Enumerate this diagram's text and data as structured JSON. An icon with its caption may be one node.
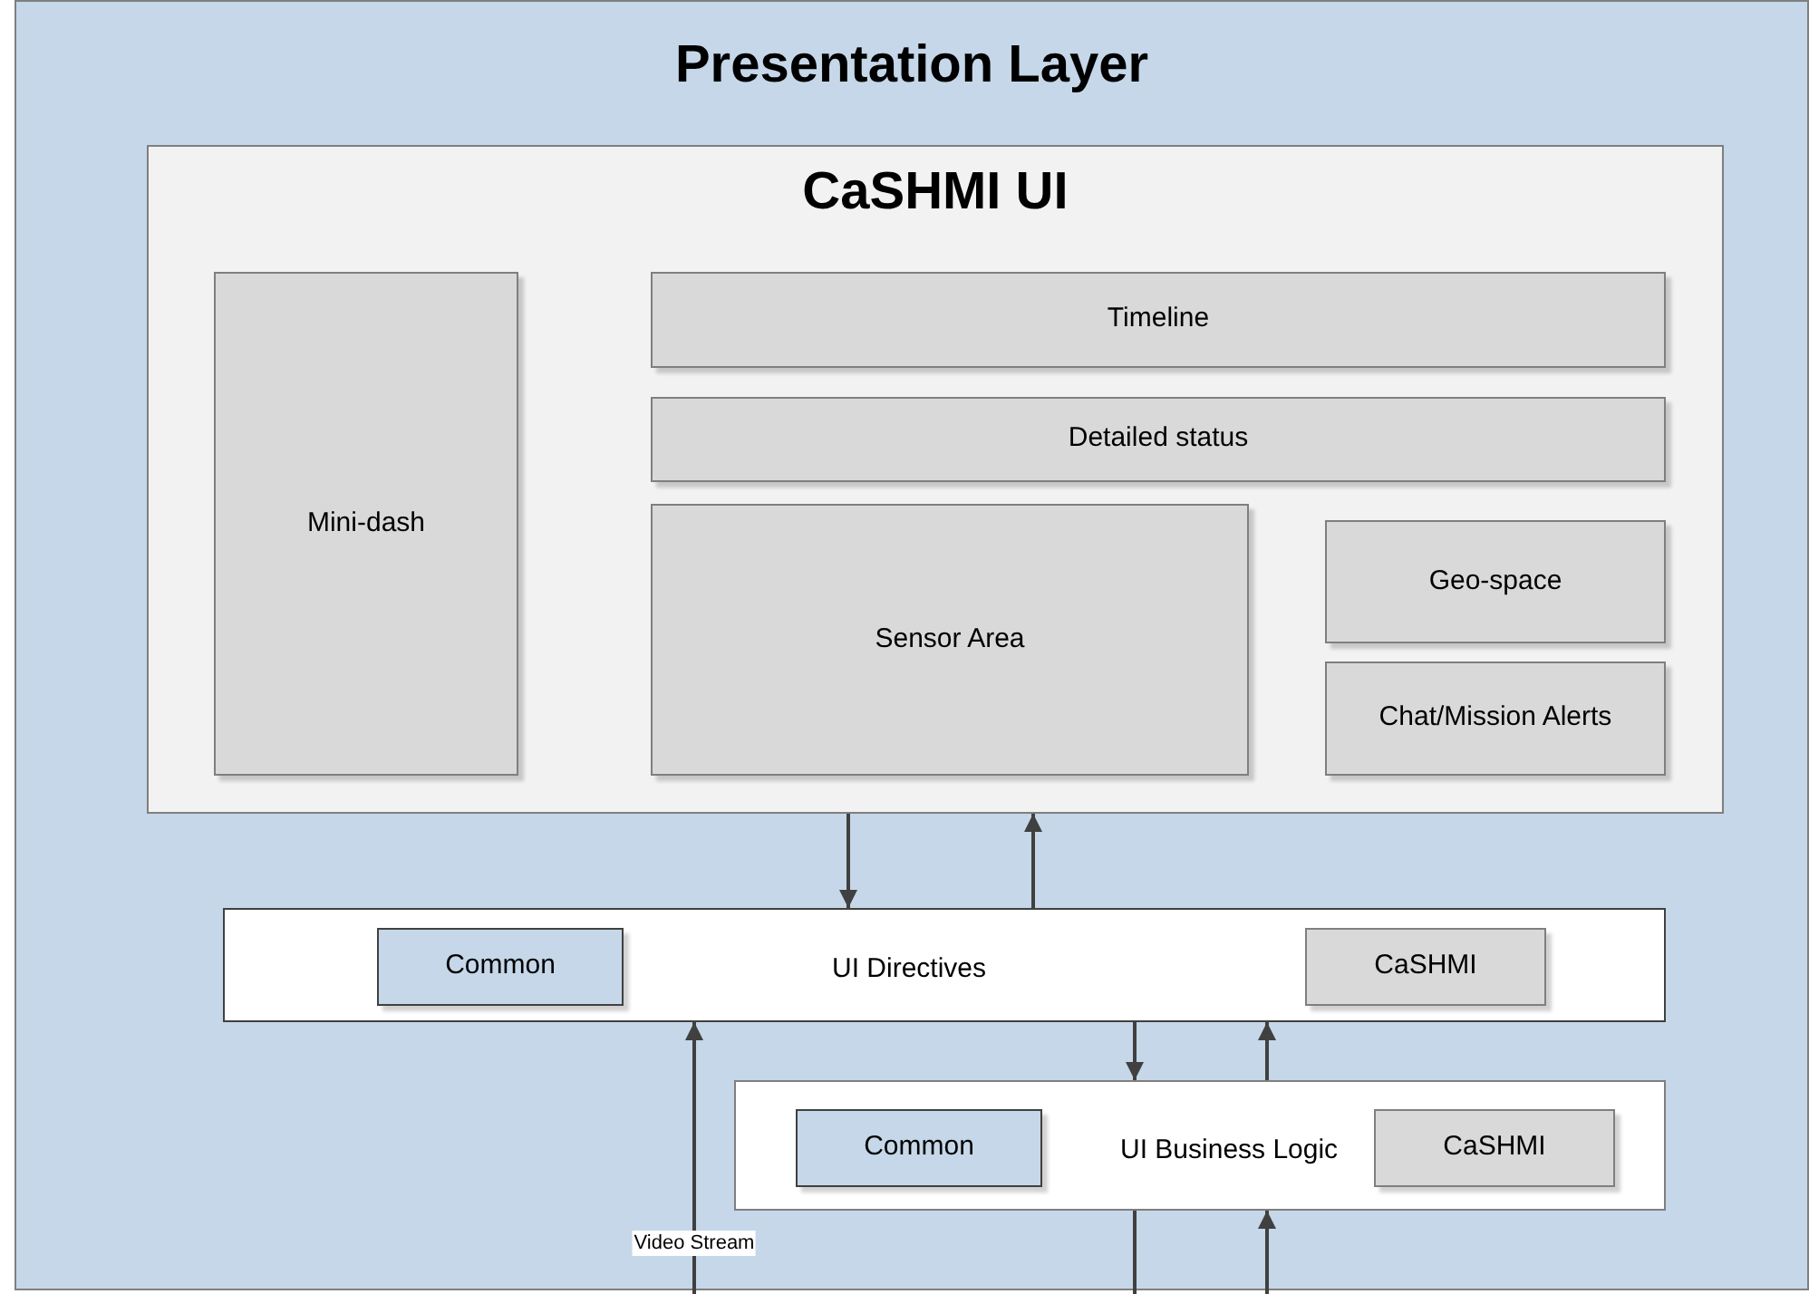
{
  "diagram": {
    "nodes": [
      {
        "text": [
          "Presentation Layer"
        ]
      },
      {
        "text": [
          "CaSHMI UI"
        ],
        "in": 0
      },
      {
        "text": [
          "Mini-dash"
        ],
        "in": 1
      },
      {
        "text": [
          "Timeline"
        ],
        "in": 1
      },
      {
        "text": [
          "Detailed status"
        ],
        "in": 1
      },
      {
        "text": [
          "Sensor Area"
        ],
        "in": 1
      },
      {
        "text": [
          "Geo-space"
        ],
        "in": 1
      },
      {
        "text": [
          "Chat/Mission Alerts"
        ],
        "in": 1
      },
      {
        "text": [
          "UI Directives"
        ],
        "in": 0
      },
      {
        "text": [
          "Common"
        ],
        "in": 8
      },
      {
        "text": [
          "CaSHMI"
        ],
        "in": 8
      },
      {
        "text": [
          "UI Business Logic"
        ],
        "in": 0
      },
      {
        "text": [
          "Common"
        ],
        "in": 11
      },
      {
        "text": [
          "CaSHMI"
        ],
        "in": 11
      }
    ],
    "edges": [
      {
        "from": 1,
        "to": 8,
        "arrow": "to"
      },
      {
        "from": 8,
        "to": 1,
        "arrow": "to"
      },
      {
        "from": 8,
        "to": 11,
        "arrow": "to"
      },
      {
        "from": 11,
        "to": 8,
        "arrow": "to"
      },
      {
        "from": null,
        "to": 8,
        "arrow": "to",
        "label": "Video Stream"
      },
      {
        "from": 11,
        "to": null,
        "arrow": "none"
      },
      {
        "from": null,
        "to": 11,
        "arrow": "to"
      }
    ]
  }
}
